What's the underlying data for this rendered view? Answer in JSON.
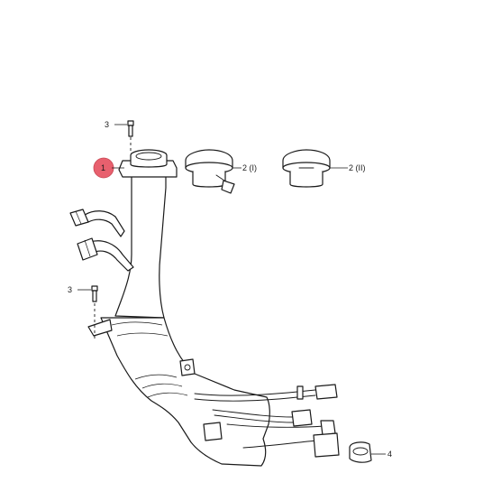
{
  "callouts": {
    "c1": "1",
    "c2a": "2 (I)",
    "c2b": "2 (II)",
    "c3a": "3",
    "c3b": "3",
    "c4": "4"
  },
  "colors": {
    "highlight_marker": "#e8606e",
    "line": "#1a1a1a",
    "background": "#ffffff"
  }
}
